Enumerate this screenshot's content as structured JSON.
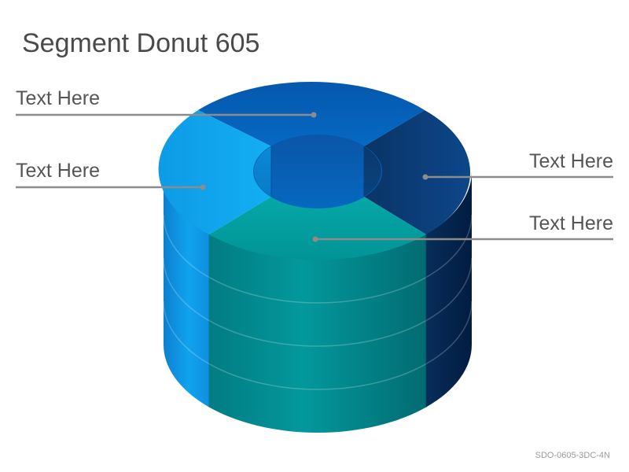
{
  "title": "Segment Donut 605",
  "labels": [
    "Text Here",
    "Text Here",
    "Text Here",
    "Text Here"
  ],
  "footer_code": "SDO-0605-3DC-4N",
  "colors": {
    "top_segment": "#0563b8",
    "right_segment": "#0b3c78",
    "left_segment": "#10a5ef",
    "front_segment": "#03a0a4",
    "leader_line": "#8c8c8c"
  }
}
